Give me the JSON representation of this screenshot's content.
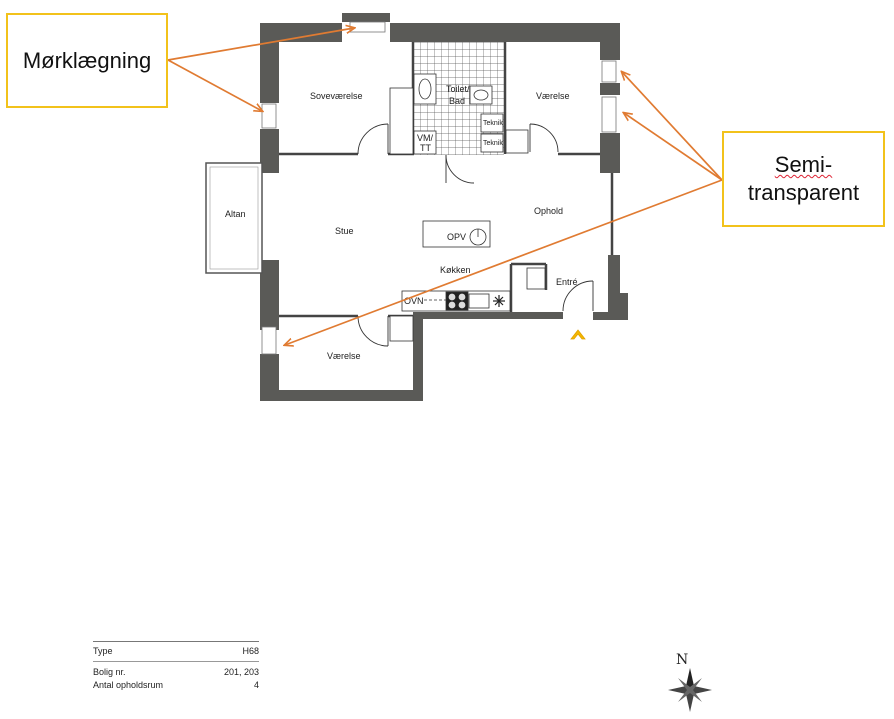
{
  "callouts": {
    "left": "Mørklægning",
    "right_line1": "Semi-",
    "right_line2": "transparent"
  },
  "rooms": {
    "sovevaerelse": "Soveværelse",
    "toilet": "Toilet/",
    "bad": "Bad",
    "vaerelse_top": "Værelse",
    "teknik1": "Teknik",
    "teknik2": "Teknik",
    "vm": "VM/",
    "tt": "TT",
    "altan": "Altan",
    "stue": "Stue",
    "ophold": "Ophold",
    "opv": "OPV",
    "koekken": "Køkken",
    "entre": "Entré",
    "ovn": "OVN",
    "vaerelse_bottom": "Værelse"
  },
  "info": {
    "rows": [
      {
        "label": "Type",
        "value": "H68"
      },
      {
        "label": "Bolig nr.",
        "value": "201, 203"
      },
      {
        "label": "Antal opholdsrum",
        "value": "4"
      }
    ]
  },
  "compass": {
    "north_label": "N"
  },
  "colors": {
    "wall": "#5a5a57",
    "arrow": "#e07b32",
    "callout_border": "#f2c21b",
    "entrance_marker": "#f5b800"
  }
}
